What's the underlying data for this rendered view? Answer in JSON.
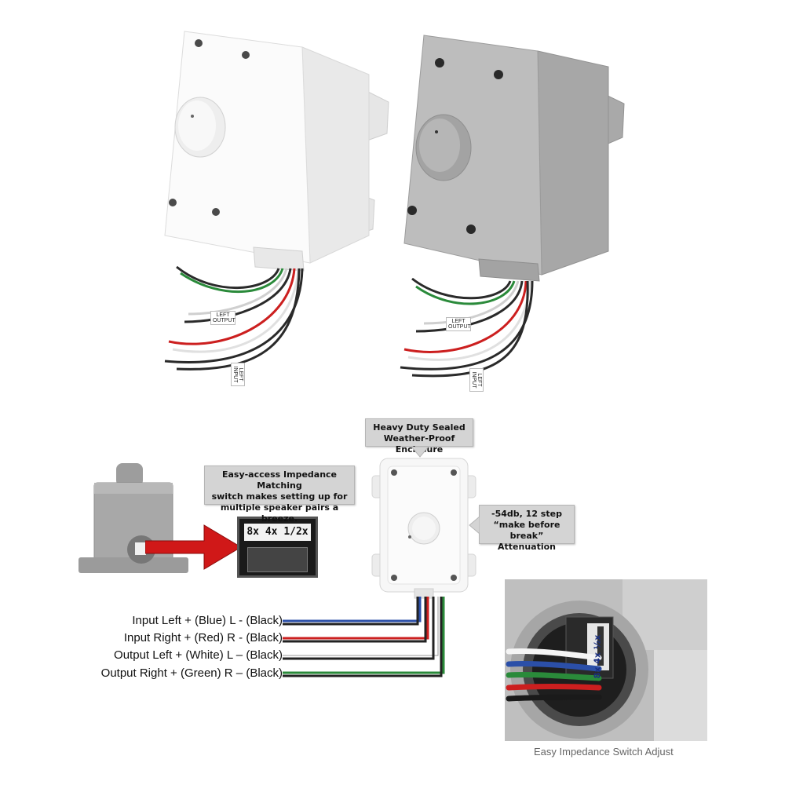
{
  "wire_tags": {
    "left_output": "LEFT OUTPUT",
    "left_input": "LEFT INPUT"
  },
  "callouts": {
    "enclosure": [
      "Heavy Duty Sealed",
      "Weather-Proof Enclosure"
    ],
    "impedance": [
      "Easy-access Impedance Matching",
      "switch makes setting up for",
      "multiple speaker pairs a breeze."
    ],
    "attenuation": [
      "-54db, 12 step",
      "“make before break”",
      "Attenuation"
    ]
  },
  "switch_label": "8x 4x 1/2x",
  "inset_switch_label": "8x 4x ½x",
  "wire_legend": [
    {
      "label": "Input Left + (Blue) L - (Black)",
      "color": "#2b4fa8"
    },
    {
      "label": "Input Right + (Red) R - (Black)",
      "color": "#cc1f1f"
    },
    {
      "label": "Output Left + (White) L – (Black)",
      "color": "#ffffff"
    },
    {
      "label": "Output Right + (Green) R – (Black)",
      "color": "#2a8a3a"
    }
  ],
  "caption": "Easy Impedance Switch Adjust",
  "colors": {
    "white_box": "#f2f2f2",
    "gray_box": "#b9b9b9",
    "arrow": "#d01818"
  }
}
